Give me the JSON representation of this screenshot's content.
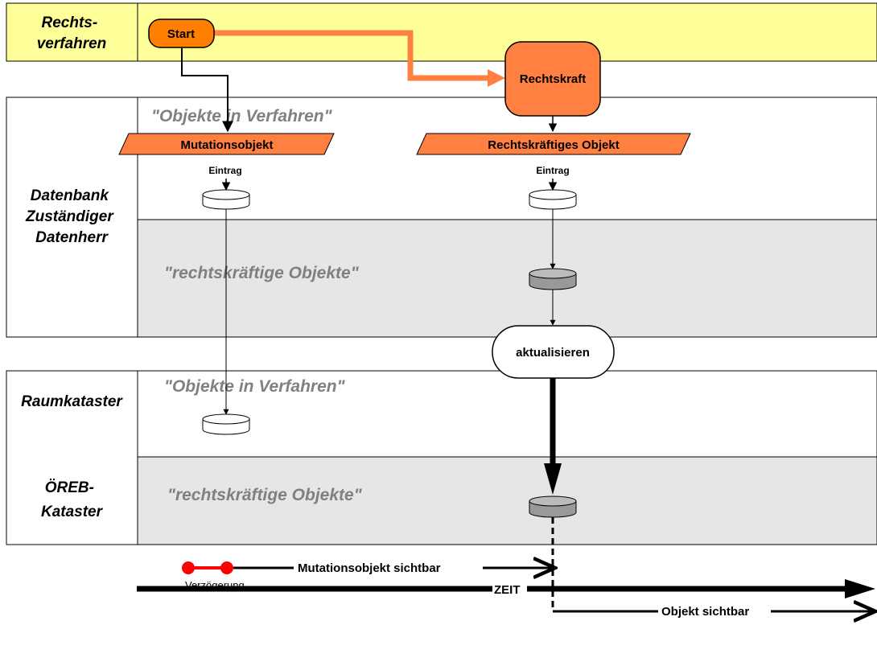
{
  "lanes": {
    "rechtsverfahren": [
      "Rechts-",
      "verfahren"
    ],
    "datenbank": [
      "Datenbank",
      "Zuständiger",
      "Datenherr"
    ],
    "raumkataster": "Raumkataster",
    "oereb": [
      "ÖREB-",
      "Kataster"
    ]
  },
  "zones": {
    "db_objekte_in_verfahren": "\"Objekte in Verfahren\"",
    "db_rechtskraeftige": "\"rechtskräftige Objekte\"",
    "rk_objekte_in_verfahren": "\"Objekte in Verfahren\"",
    "oereb_rechtskraeftige": "\"rechtskräftige Objekte\""
  },
  "nodes": {
    "start": "Start",
    "rechtskraft": "Rechtskraft",
    "mutationsobjekt": "Mutationsobjekt",
    "rechtskraeftiges_objekt": "Rechtskräftiges Objekt",
    "eintrag_left": "Eintrag",
    "eintrag_right": "Eintrag",
    "aktualisieren": "aktualisieren"
  },
  "timeline": {
    "verzoegerung": "Verzögerung",
    "mutationsobjekt_sichtbar": "Mutationsobjekt sichtbar",
    "objekt_sichtbar": "Objekt sichtbar",
    "zeit": "ZEIT"
  },
  "colors": {
    "lane_yellow": "#FFFF99",
    "node_orange": "#FF8040",
    "start_orange": "#FF8000",
    "zone_grey": "#E6E6E6",
    "delay_red": "#FF0000",
    "zone_text_grey": "#808080"
  }
}
